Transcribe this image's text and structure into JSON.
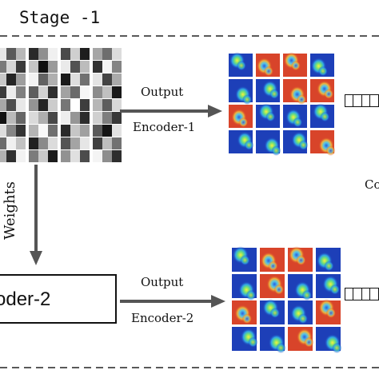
{
  "diagram": {
    "stage_title": "Stage -1",
    "top_arrow": {
      "above": "Output",
      "below": "Encoder-1"
    },
    "bottom_arrow": {
      "above": "Output",
      "below": "Encoder-2"
    },
    "weights_label": "Weights",
    "encoder2_box_label": "oder-2",
    "cut_off_label": "Co",
    "weight_matrix_grays": [
      [
        "#e6e6e6",
        "#5a5a5a",
        "#b8b8b8",
        "#2a2a2a",
        "#8f8f8f",
        "#f0f0f0",
        "#4a4a4a",
        "#cfcfcf",
        "#1e1e1e",
        "#a6a6a6",
        "#6e6e6e",
        "#dcdcdc"
      ],
      [
        "#7a7a7a",
        "#d6d6d6",
        "#3a3a3a",
        "#c4c4c4",
        "#101010",
        "#9a9a9a",
        "#eaeaea",
        "#525252",
        "#bcbcbc",
        "#323232",
        "#f4f4f4",
        "#848484"
      ],
      [
        "#c8c8c8",
        "#262626",
        "#9e9e9e",
        "#f2f2f2",
        "#626262",
        "#b0b0b0",
        "#1a1a1a",
        "#dedede",
        "#707070",
        "#e4e4e4",
        "#444444",
        "#aaaaaa"
      ],
      [
        "#3c3c3c",
        "#ececec",
        "#808080",
        "#5e5e5e",
        "#d2d2d2",
        "#2e2e2e",
        "#a2a2a2",
        "#6a6a6a",
        "#f6f6f6",
        "#8c8c8c",
        "#c0c0c0",
        "#181818"
      ],
      [
        "#a8a8a8",
        "#4e4e4e",
        "#e8e8e8",
        "#949494",
        "#242424",
        "#cccccc",
        "#767676",
        "#ffffff",
        "#3e3e3e",
        "#b6b6b6",
        "#5c5c5c",
        "#d8d8d8"
      ],
      [
        "#121212",
        "#bababa",
        "#666666",
        "#dadada",
        "#aeaeae",
        "#484848",
        "#eeeeee",
        "#969696",
        "#2c2c2c",
        "#d0d0d0",
        "#7e7e7e",
        "#383838"
      ],
      [
        "#dddddd",
        "#868686",
        "#343434",
        "#b4b4b4",
        "#f8f8f8",
        "#707070",
        "#2a2a2a",
        "#c6c6c6",
        "#a0a0a0",
        "#5a5a5a",
        "#141414",
        "#e2e2e2"
      ],
      [
        "#6c6c6c",
        "#f0f0f0",
        "#c2c2c2",
        "#202020",
        "#8a8a8a",
        "#dcdcdc",
        "#545454",
        "#a4a4a4",
        "#e6e6e6",
        "#404040",
        "#bebebe",
        "#727272"
      ],
      [
        "#b2b2b2",
        "#303030",
        "#f2f2f2",
        "#7c7c7c",
        "#cacaca",
        "#1c1c1c",
        "#929292",
        "#e0e0e0",
        "#4c4c4c",
        "#f4f4f4",
        "#8e8e8e",
        "#2e2e2e"
      ]
    ],
    "heatmap_cell_kind": [
      [
        "blue",
        "red",
        "red",
        "blue"
      ],
      [
        "blue",
        "blue",
        "red",
        "red"
      ],
      [
        "red",
        "blue",
        "blue",
        "blue"
      ],
      [
        "blue",
        "blue",
        "blue",
        "red"
      ]
    ],
    "heatmap2_cell_kind": [
      [
        "blue",
        "red",
        "red",
        "blue"
      ],
      [
        "blue",
        "red",
        "blue",
        "blue"
      ],
      [
        "red",
        "blue",
        "blue",
        "red"
      ],
      [
        "blue",
        "blue",
        "red",
        "blue"
      ]
    ],
    "colors": {
      "line": "#111111",
      "arrow": "#555555",
      "dash": "#222222",
      "heat_blue_bg": "#1d3fb8",
      "heat_red_bg": "#d8442a"
    }
  }
}
